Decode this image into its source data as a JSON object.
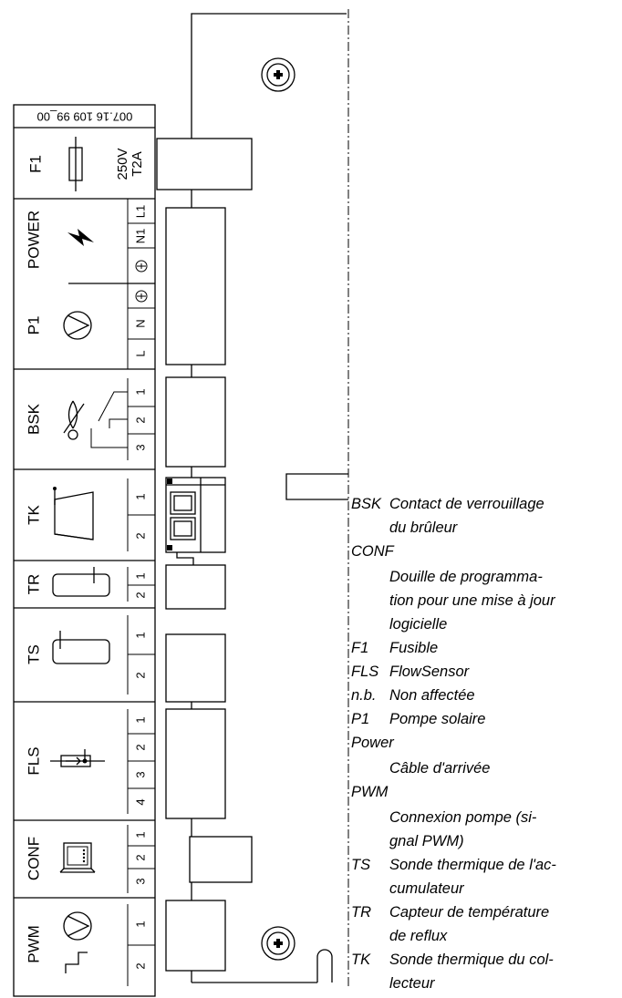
{
  "part_number": "007.16 109 99_00",
  "modules": {
    "f1": {
      "label": "F1",
      "rating_v": "250V",
      "rating_a": "T2A"
    },
    "power": {
      "label": "POWER",
      "pins": [
        "L1",
        "N1"
      ]
    },
    "p1": {
      "label": "P1",
      "pins": [
        "N",
        "L"
      ]
    },
    "bsk": {
      "label": "BSK",
      "pins": [
        "1",
        "2",
        "3"
      ]
    },
    "tk": {
      "label": "TK",
      "pins": [
        "1",
        "2"
      ]
    },
    "tr": {
      "label": "TR",
      "pins": [
        "1",
        "2"
      ]
    },
    "ts": {
      "label": "TS",
      "pins": [
        "1",
        "2"
      ]
    },
    "fls": {
      "label": "FLS",
      "pins": [
        "1",
        "2",
        "3",
        "4"
      ]
    },
    "conf": {
      "label": "CONF",
      "pins": [
        "1",
        "2",
        "3"
      ]
    },
    "pwm": {
      "label": "PWM",
      "pins": [
        "1",
        "2"
      ]
    }
  },
  "legend": [
    {
      "abbr": "BSK",
      "lines": [
        "Contact de verrouillage",
        "du brûleur"
      ]
    },
    {
      "abbr": "CONF",
      "lines": [
        "Douille de programma-",
        "tion pour une mise à jour",
        "logicielle"
      ]
    },
    {
      "abbr": "F1",
      "lines": [
        "Fusible"
      ]
    },
    {
      "abbr": "FLS",
      "lines": [
        "FlowSensor"
      ]
    },
    {
      "abbr": "n.b.",
      "lines": [
        "Non affectée"
      ]
    },
    {
      "abbr": "P1",
      "lines": [
        "Pompe solaire"
      ]
    },
    {
      "abbr": "Power",
      "lines": [
        "Câble d'arrivée"
      ]
    },
    {
      "abbr": "PWM",
      "lines": [
        "Connexion pompe (si-",
        "gnal PWM)"
      ]
    },
    {
      "abbr": "TS",
      "lines": [
        "Sonde thermique de l'ac-",
        "cumulateur"
      ]
    },
    {
      "abbr": "TR",
      "lines": [
        "Capteur de température",
        "de reflux"
      ]
    },
    {
      "abbr": "TK",
      "lines": [
        "Sonde thermique du col-",
        "lecteur"
      ]
    }
  ]
}
